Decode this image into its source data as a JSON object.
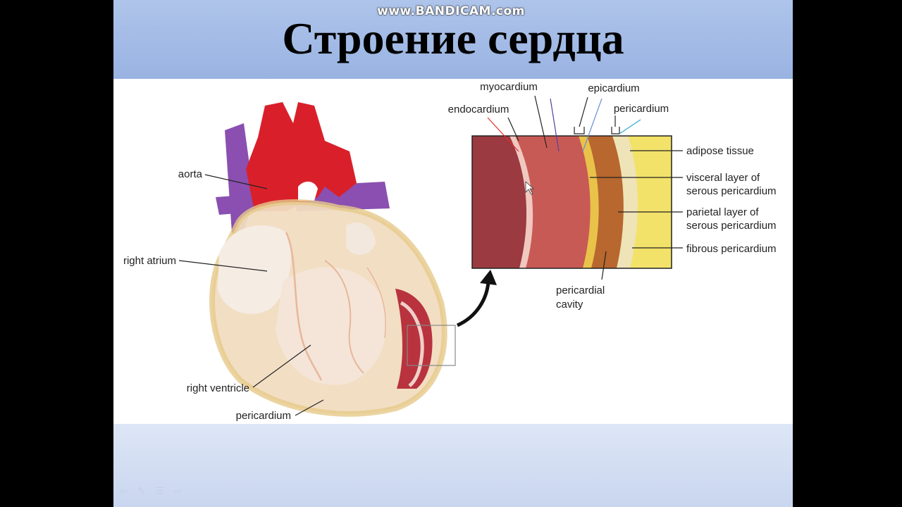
{
  "watermark": "www.BANDICAM.com",
  "title": "Строение сердца",
  "labels": {
    "aorta": "aorta",
    "right_atrium": "right atrium",
    "right_ventricle": "right ventricle",
    "pericardium_bottom": "pericardium",
    "myocardium": "myocardium",
    "epicardium": "epicardium",
    "endocardium": "endocardium",
    "pericardium_top": "pericardium",
    "adipose_tissue": "adipose tissue",
    "visceral_1": "visceral layer of",
    "visceral_2": "serous pericardium",
    "parietal_1": "parietal layer of",
    "parietal_2": "serous pericardium",
    "fibrous": "fibrous pericardium",
    "cavity_1": "pericardial",
    "cavity_2": "cavity"
  },
  "controls": {
    "prev": "⇦",
    "pen": "✎",
    "menu": "☰",
    "next": "⇨"
  },
  "colors": {
    "aorta": "#d9202a",
    "vein": "#8a4fb0",
    "heart_body": "#f1dcc0",
    "pericardium": "#f0d9a0",
    "myocardium": "#c85a55",
    "adipose": "#f3e26a"
  }
}
